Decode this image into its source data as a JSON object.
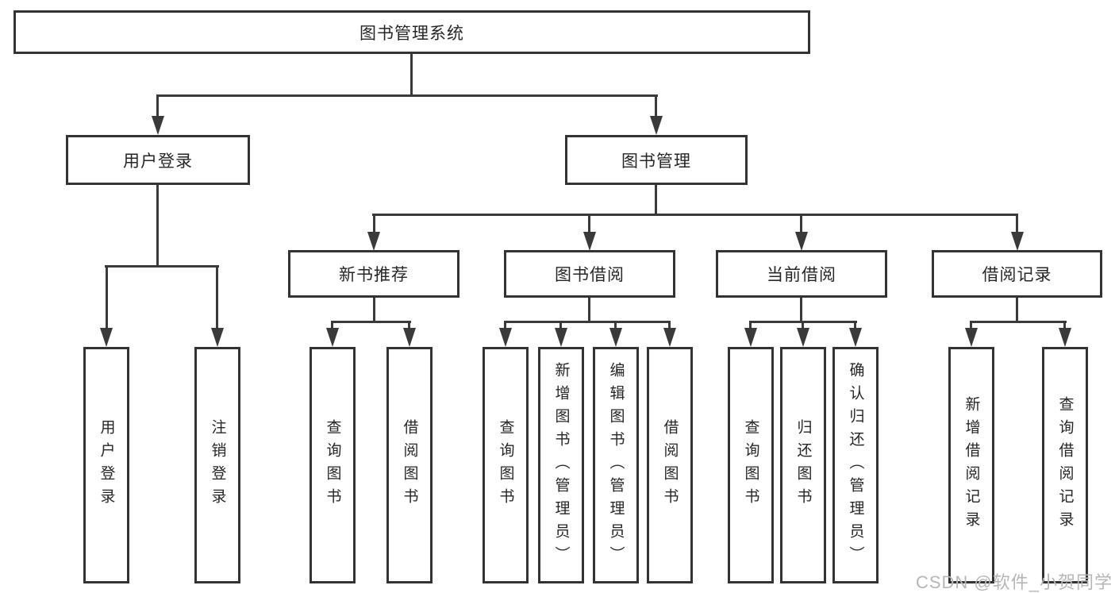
{
  "diagram": {
    "root": {
      "label": "图书管理系统"
    },
    "level2": [
      {
        "label": "用户登录"
      },
      {
        "label": "图书管理"
      }
    ],
    "level3": [
      {
        "label": "新书推荐"
      },
      {
        "label": "图书借阅"
      },
      {
        "label": "当前借阅"
      },
      {
        "label": "借阅记录"
      }
    ],
    "leaves": [
      {
        "label": "用户登录"
      },
      {
        "label": "注销登录"
      },
      {
        "label": "查询图书"
      },
      {
        "label": "借阅图书"
      },
      {
        "label": "查询图书"
      },
      {
        "label": "新增图书（管理员）"
      },
      {
        "label": "编辑图书（管理员）"
      },
      {
        "label": "借阅图书"
      },
      {
        "label": "查询图书"
      },
      {
        "label": "归还图书"
      },
      {
        "label": "确认归还（管理员）"
      },
      {
        "label": "新增借阅记录"
      },
      {
        "label": "查询借阅记录"
      }
    ]
  },
  "watermark": "CSDN @软件_小贺同学",
  "colors": {
    "line": "#3a3a3a",
    "box_border": "#333333",
    "text": "#262626",
    "watermark": "#b6b6b6"
  }
}
